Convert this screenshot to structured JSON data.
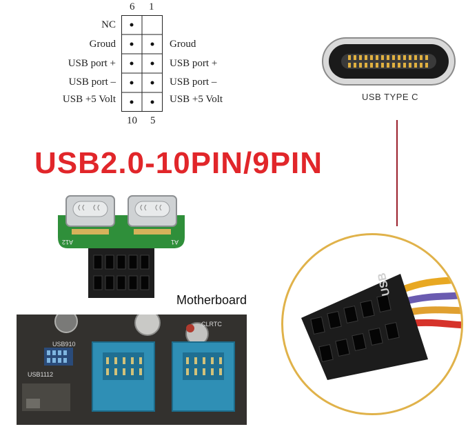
{
  "pinout": {
    "top_numbers": [
      "6",
      "1"
    ],
    "bottom_numbers": [
      "10",
      "5"
    ],
    "left_labels": [
      "NC",
      "Groud",
      "USB port +",
      "USB port –",
      "USB +5 Volt"
    ],
    "right_labels": [
      "",
      "Groud",
      "USB port +",
      "USB port –",
      "USB +5 Volt"
    ]
  },
  "typec_caption": "USB TYPE C",
  "headline": "USB2.0-10PIN/9PIN",
  "motherboard_label": "Motherboard",
  "board_silkscreen": {
    "a12": "A12",
    "a1": "A1",
    "usb910": "USB910",
    "usb1112": "USB1112",
    "clrtc": "CLRTC"
  },
  "cable_housing_text": "USB",
  "colors": {
    "headline": "#e1262a",
    "pcb_green": "#2f8f3a",
    "header_blue": "#2f8fb5",
    "circle_border": "#e0b24a",
    "connector_line": "#9a1f2b"
  }
}
